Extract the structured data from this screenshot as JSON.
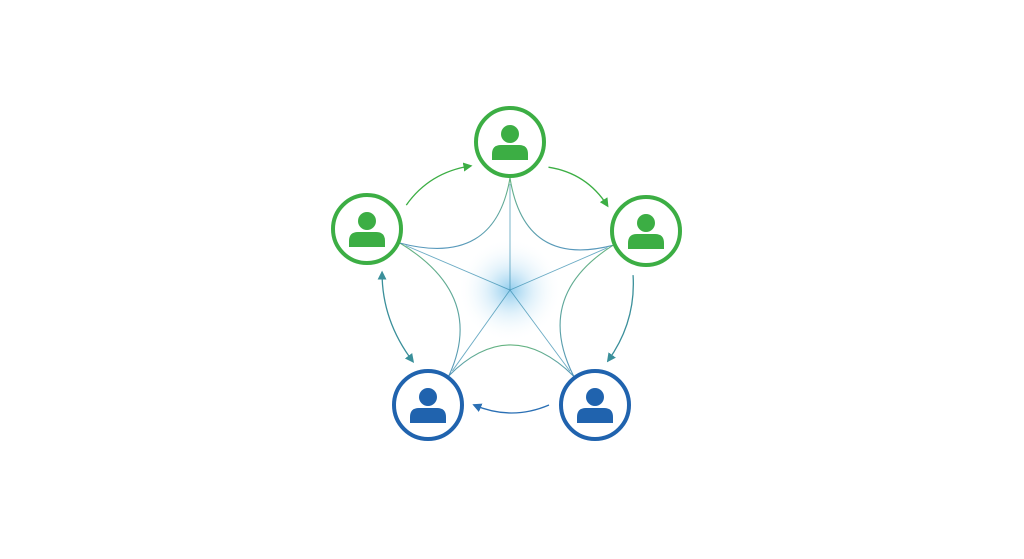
{
  "diagram": {
    "type": "network",
    "colors": {
      "background": "#ffffff",
      "green": "#3cae44",
      "blue": "#2063ae",
      "center_glow": "#7fc4ea"
    },
    "nodes": [
      {
        "id": "top",
        "icon": "user-icon",
        "color": "green"
      },
      {
        "id": "right",
        "icon": "user-icon",
        "color": "green"
      },
      {
        "id": "bottom-right",
        "icon": "user-icon",
        "color": "blue"
      },
      {
        "id": "bottom-left",
        "icon": "user-icon",
        "color": "blue"
      },
      {
        "id": "left",
        "icon": "user-icon",
        "color": "green"
      }
    ],
    "edges": [
      {
        "from": "left",
        "to": "top",
        "direction": "forward"
      },
      {
        "from": "top",
        "to": "right",
        "direction": "forward"
      },
      {
        "from": "right",
        "to": "bottom-right",
        "direction": "forward"
      },
      {
        "from": "bottom-right",
        "to": "bottom-left",
        "direction": "forward"
      },
      {
        "from": "bottom-left",
        "to": "left",
        "direction": "both"
      }
    ],
    "center_links": [
      "top",
      "right",
      "bottom-right",
      "bottom-left",
      "left"
    ],
    "star_mesh": true
  }
}
